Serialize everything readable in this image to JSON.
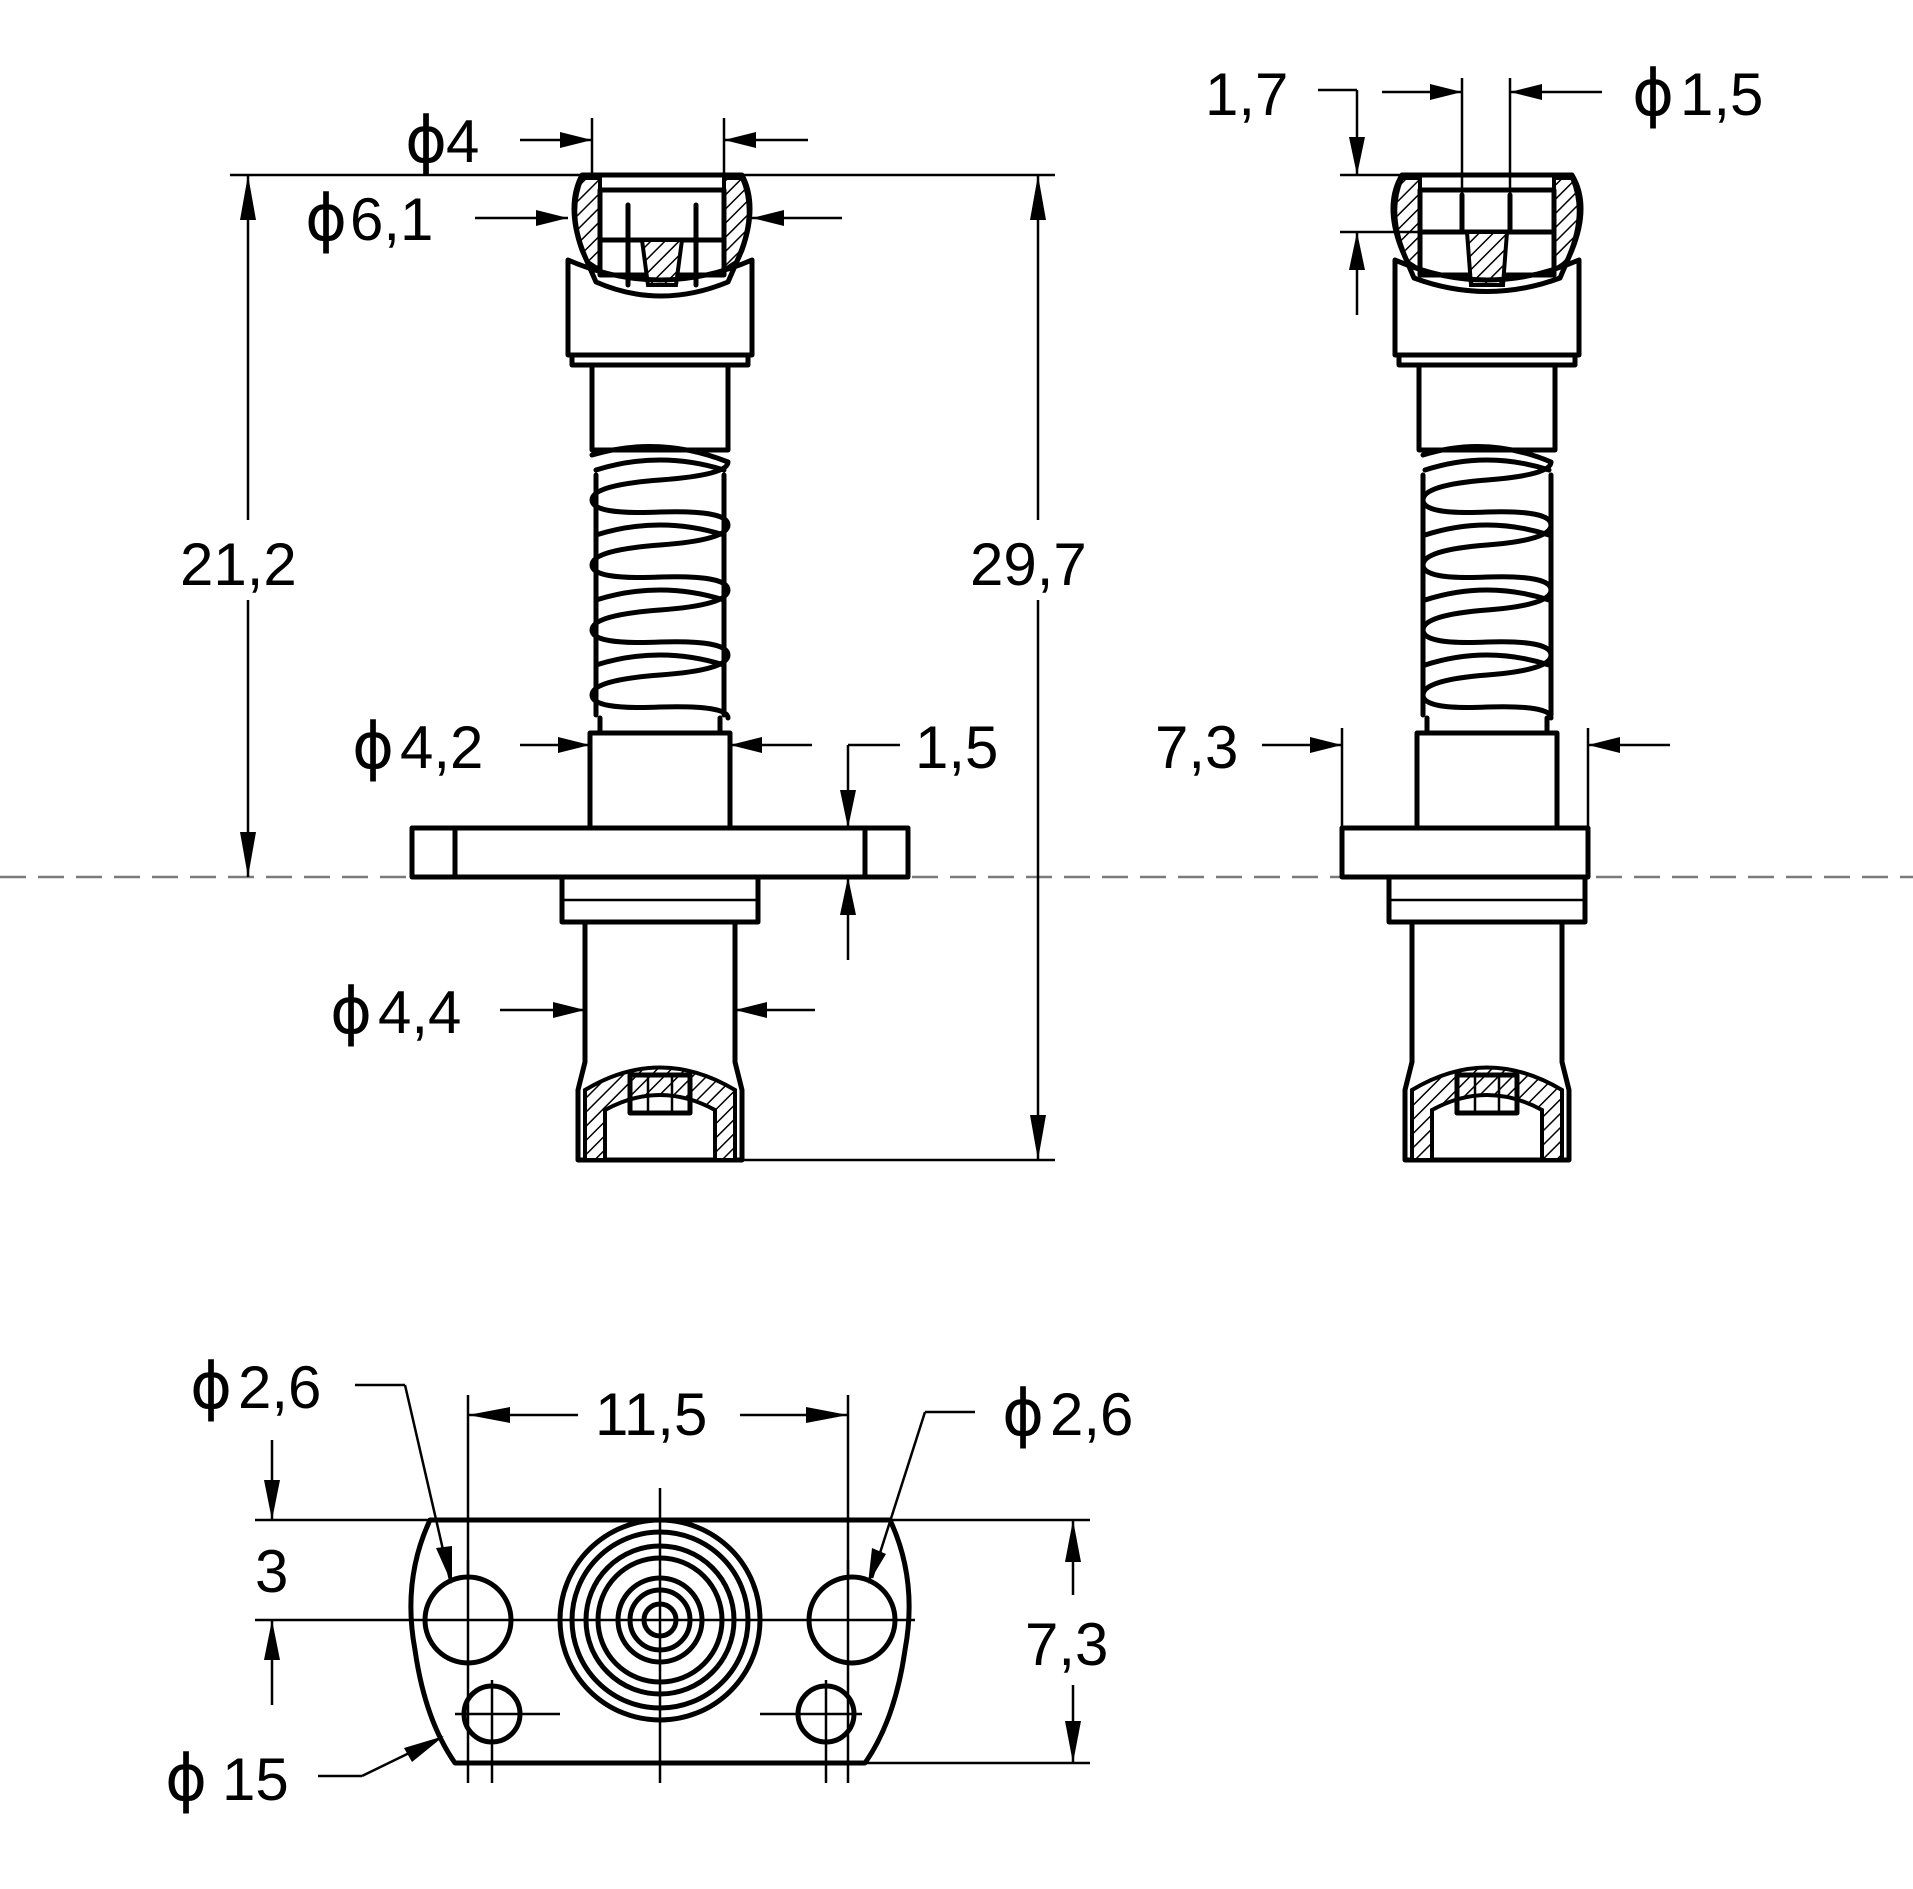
{
  "dimensions": {
    "front_top_diameter": "4",
    "front_head_diameter": "6,1",
    "front_total_height_to_base": "21,2",
    "front_total_height": "29,7",
    "front_body_diameter": "4,2",
    "front_flange_thickness": "1,5",
    "front_lower_diameter": "4,4",
    "side_top_depth": "1,7",
    "side_pin_diameter": "1,5",
    "side_flange_width": "7,3",
    "bottom_hole_diameter_left": "2,6",
    "bottom_hole_spacing": "11,5",
    "bottom_hole_diameter_right": "2,6",
    "bottom_hole_offset": "3",
    "bottom_flange_height": "7,3",
    "bottom_outer_diameter": "15"
  },
  "symbols": {
    "diameter": "ϕ"
  }
}
